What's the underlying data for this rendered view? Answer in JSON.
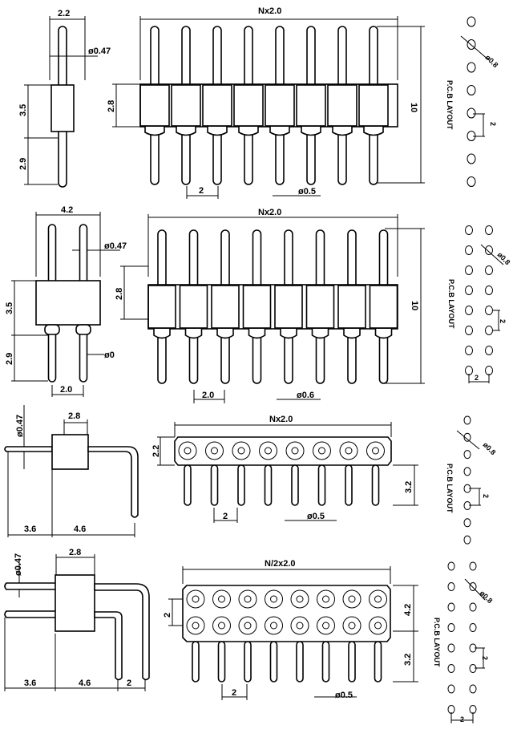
{
  "panels": [
    {
      "name": "single-row-straight",
      "side": {
        "width": "2.2",
        "pin_dia": "ø0.47",
        "body_height": "3.5",
        "tail": "2.9"
      },
      "front": {
        "length": "Nx2.0",
        "body_height": "2.8",
        "total": "10",
        "pitch": "2",
        "tail_dia": "ø0.5"
      },
      "pcb": {
        "label": "P.C.B LAYOUT",
        "hole_dia": "ø0.8",
        "pitch": "2"
      }
    },
    {
      "name": "double-row-straight",
      "side": {
        "width": "4.2",
        "pin_dia": "ø0.47",
        "body_height": "3.5",
        "tail": "2.9",
        "row_pitch": "2.0",
        "tail_dia": "ø0"
      },
      "front": {
        "length": "Nx2.0",
        "body_height": "2.8",
        "total": "10",
        "pitch": "2.0",
        "tail_dia": "ø0.6"
      },
      "pcb": {
        "label": "P.C.B LAYOUT",
        "hole_dia": "ø0.8",
        "pitch": "2",
        "row_pitch": "2"
      }
    },
    {
      "name": "single-row-right-angle",
      "side": {
        "pin_dia": "ø0.47",
        "body_width": "2.8",
        "front_len": "3.6",
        "bend_len": "4.6"
      },
      "front": {
        "length": "Nx2.0",
        "body_height": "2.2",
        "tail": "3.2",
        "pitch": "2",
        "tail_dia": "ø0.5"
      },
      "pcb": {
        "label": "P.C.B LAYOUT",
        "hole_dia": "ø0.8",
        "pitch": "2"
      }
    },
    {
      "name": "double-row-right-angle",
      "side": {
        "pin_dia": "ø0.47",
        "body_width": "2.8",
        "front_len": "3.6",
        "bend_len": "4.6",
        "row_pitch": "2"
      },
      "front": {
        "length": "N/2x2.0",
        "row_pitch": "2",
        "body_height": "4.2",
        "tail": "3.2",
        "pitch": "2",
        "tail_dia": "ø0.5"
      },
      "pcb": {
        "label": "P.C.B LAYOUT",
        "hole_dia": "ø0.8",
        "pitch": "2",
        "row_pitch": "2"
      }
    }
  ],
  "pin_count_shown": 8
}
